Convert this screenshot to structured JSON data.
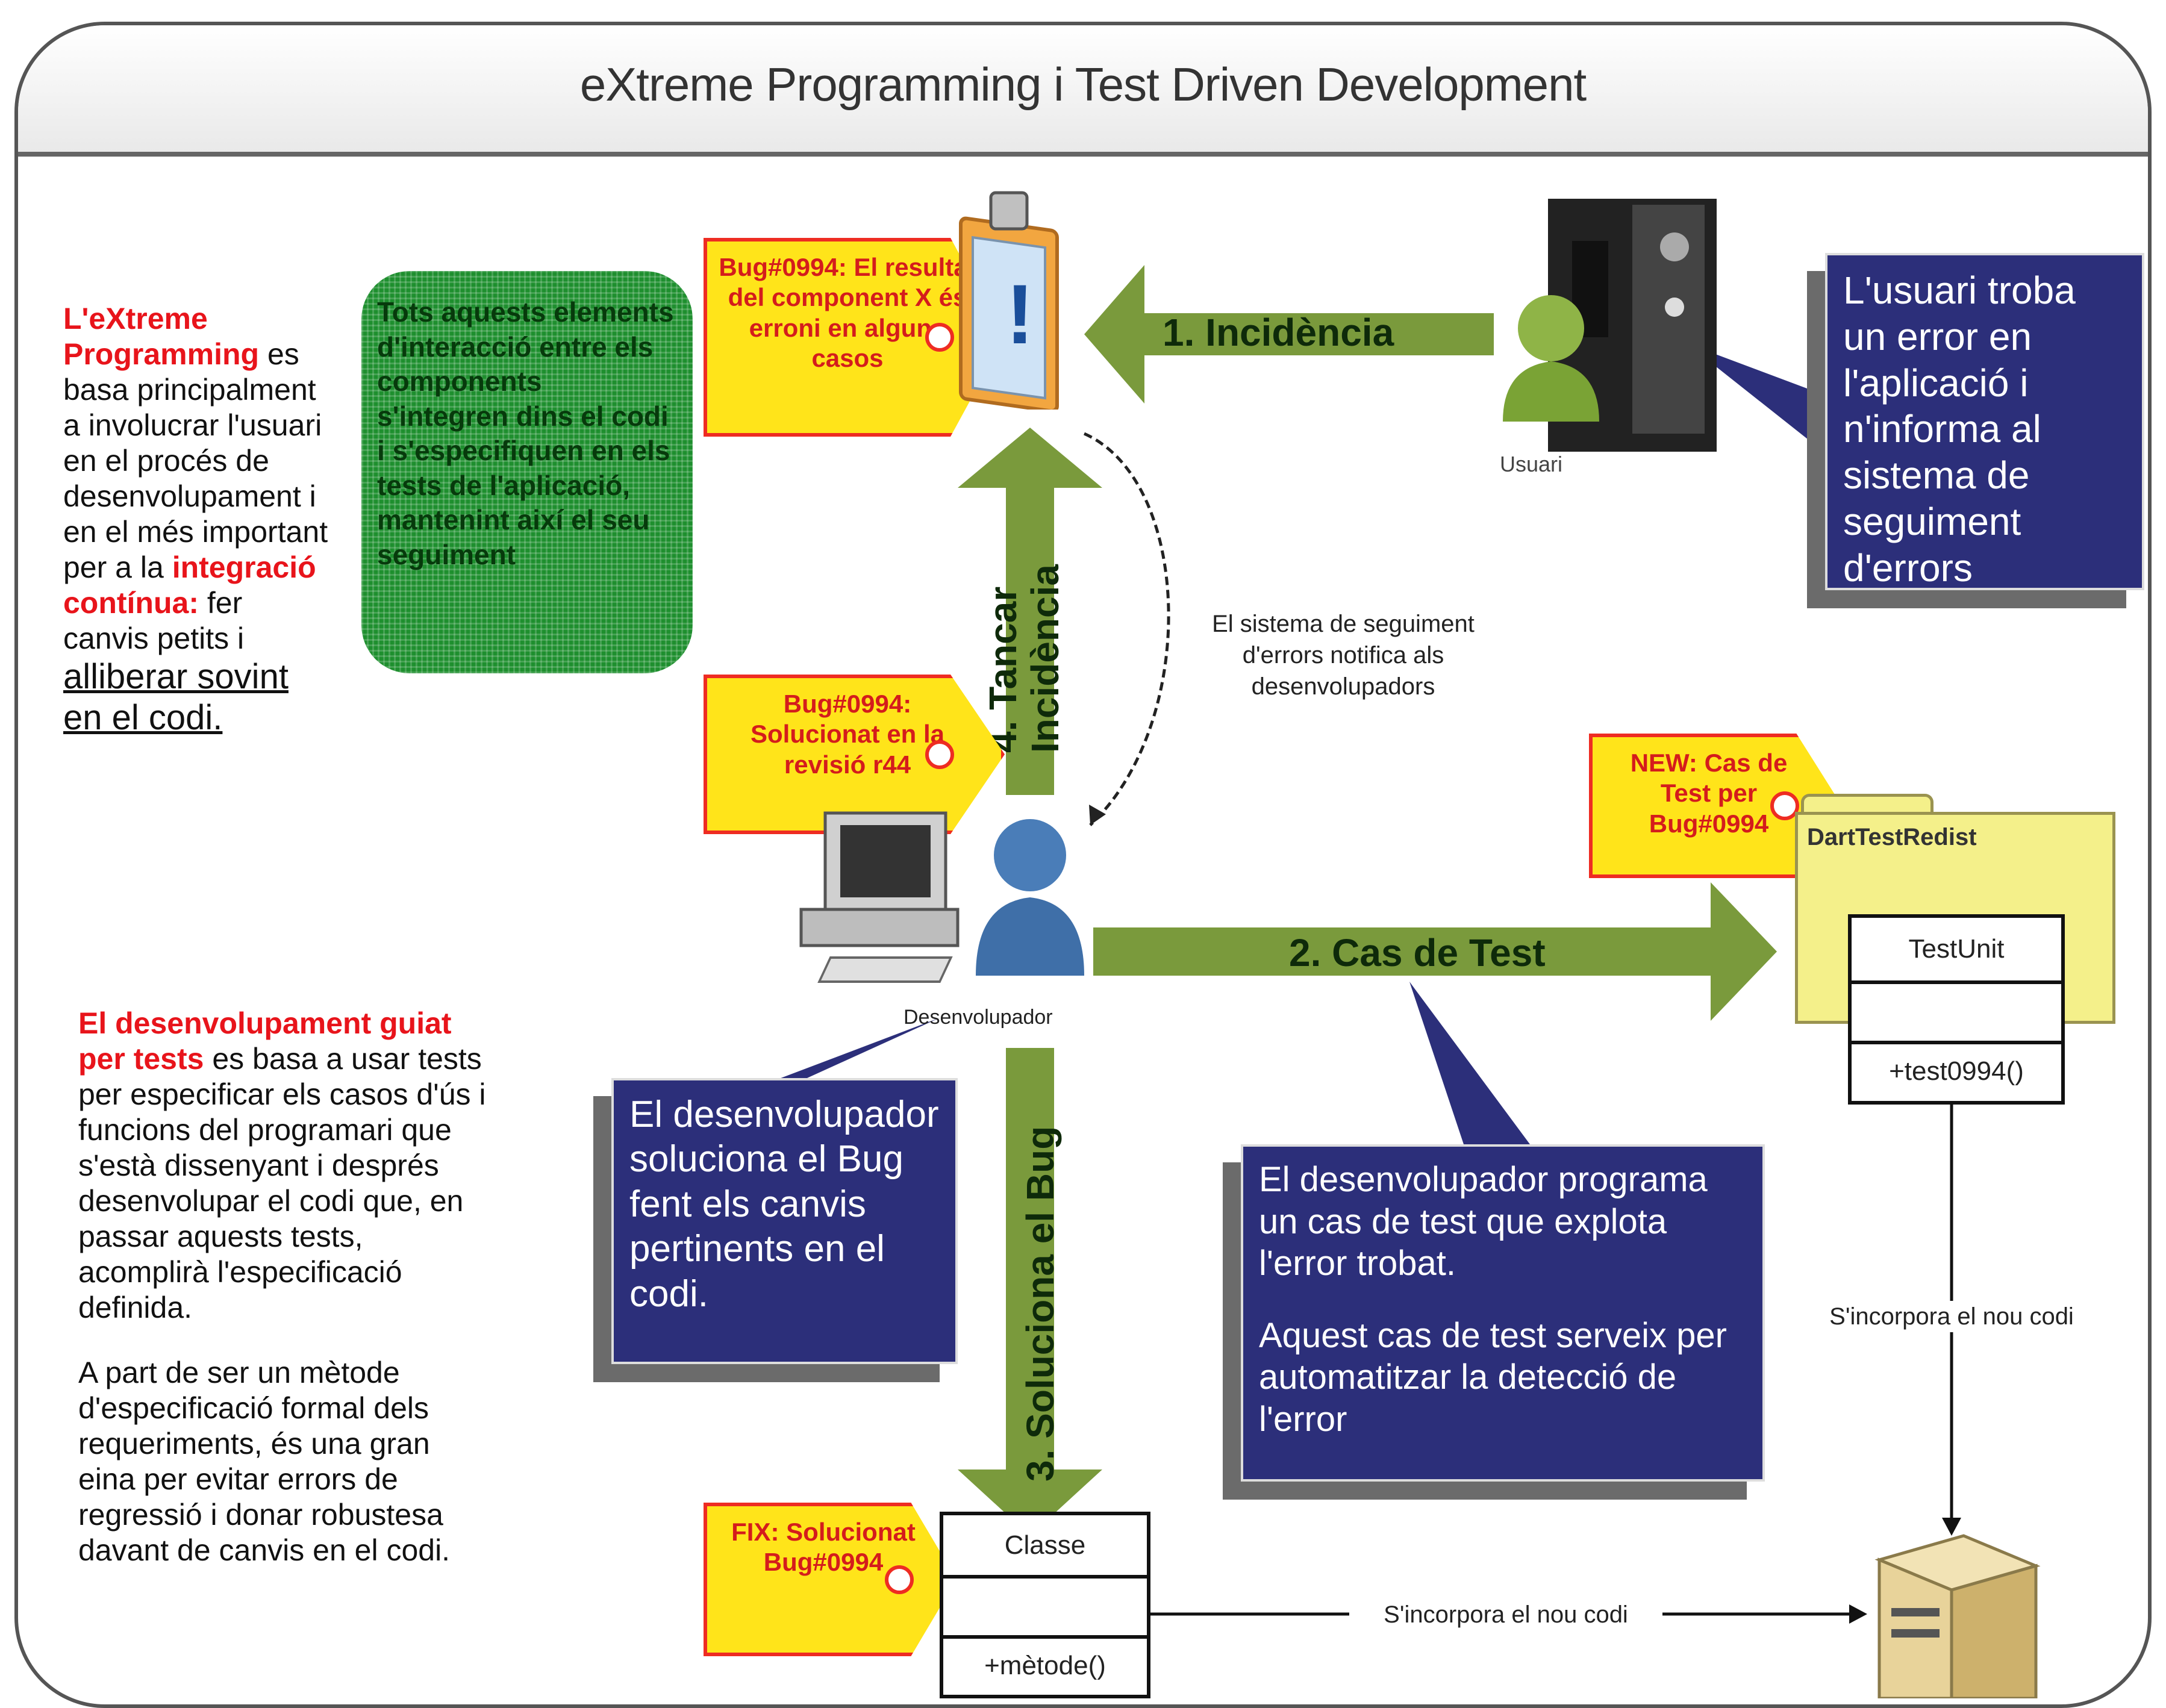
{
  "title": "eXtreme Programming i Test Driven Development",
  "left_text_xp": {
    "red_part1": "L'eXtreme Programming",
    "part2": "es basa principalment a involucrar l'usuari en el procés de desenvolupament i en el més important per a la",
    "red_part2": "integració contínua:",
    "part3": "fer canvis petits i",
    "underlined": "alliberar sovint en el codi."
  },
  "left_text_tdd": {
    "red_part": "El desenvolupament guiat per tests",
    "rest": "es basa a usar tests per especificar els casos d'ús i funcions del programari que s'està dissenyant i després desenvolupar el codi que, en passar aquests tests, acomplirà l'especificació definida.",
    "paragraph2": "A part de ser un mètode d'especificació formal dels requeriments, és una gran eina per evitar errors de regressió i donar robustesa davant de canvis en el codi."
  },
  "green_box_text": "Tots aquests elements d'interacció entre els components s'integren dins el codi i s'especifiquen en els tests de l'aplicació, mantenint així el seu seguiment",
  "tags": {
    "bug_report": "Bug#0994: El resultat del component X és erroni en alguns casos",
    "bug_solved": "Bug#0994: Solucionat en la revisió r44",
    "new_test": "NEW: Cas de Test per Bug#0994",
    "fix": "FIX: Solucionat Bug#0994"
  },
  "arrows": {
    "incidencia": "1. Incidència",
    "cas_test": "2. Cas de Test",
    "soluciona": "3. Soluciona el Bug",
    "tancar": "4. Tancar Incidència"
  },
  "notes": {
    "notification": "El sistema de seguiment d'errors notifica als desenvolupadors",
    "incorporate_right": "S'incorpora el nou codi",
    "incorporate_bottom": "S'incorpora el nou codi"
  },
  "actors": {
    "user": "Usuari",
    "developer": "Desenvolupador"
  },
  "callouts": {
    "user": "L'usuari troba un error en l'aplicació i n'informa al sistema de seguiment d'errors",
    "dev_fix": "El desenvolupador soluciona el Bug fent els canvis pertinents en el codi.",
    "dev_test_1": "El desenvolupador programa un cas de test que explota l'error trobat.",
    "dev_test_2": "Aquest cas de test serveix per automatitzar la detecció de l'error"
  },
  "uml_test": {
    "folder": "DartTestRedist",
    "name": "TestUnit",
    "empty": "",
    "method": "+test0994()"
  },
  "uml_class": {
    "name": "Classe",
    "empty": "",
    "method": "+mètode()"
  },
  "colors": {
    "arrow_green": "#7a9a3c",
    "callout_blue": "#2c2f7a",
    "tag_yellow": "#ffe41a",
    "tag_red": "#ee2c22",
    "title_red": "#e8141b"
  }
}
